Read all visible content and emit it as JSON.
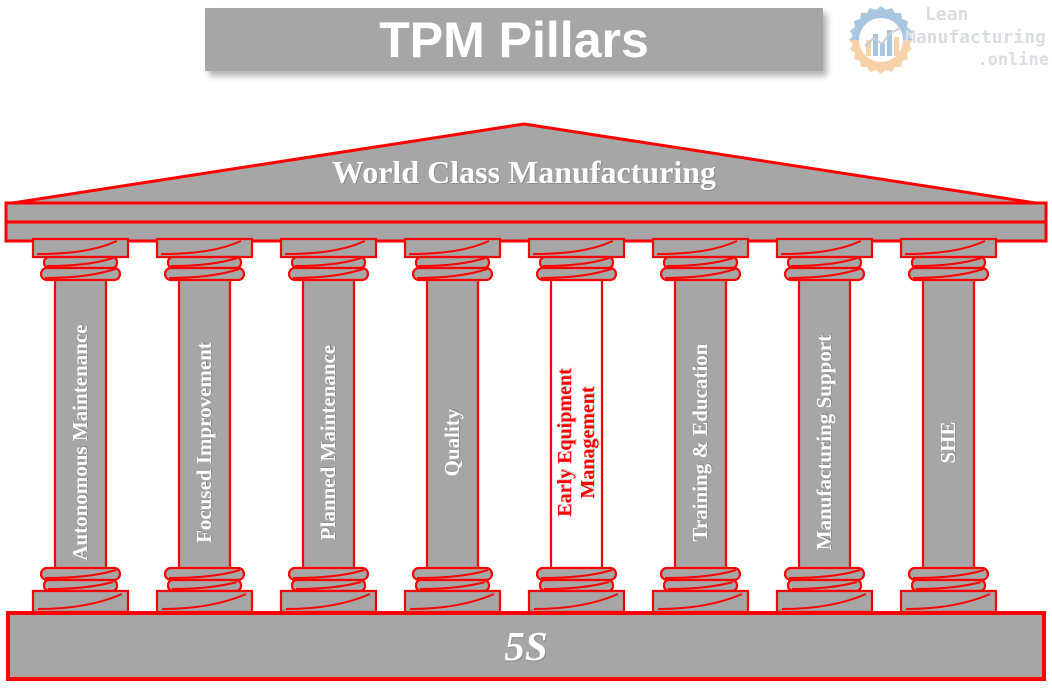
{
  "header": {
    "title": "TPM Pillars",
    "title_bg": "#a6a6a6",
    "title_color": "#ffffff"
  },
  "logo": {
    "name": "lean-manufacturing-online-logo",
    "line1": "Lean",
    "line2": "Manufacturing",
    "line3": ".online",
    "gear_color_top": "#a8c6e0",
    "gear_color_bottom": "#f7d2a8",
    "text_color": "#d9dde2"
  },
  "diagram": {
    "type": "temple",
    "pediment": {
      "label": "World Class Manufacturing",
      "fill": "#a6a6a6",
      "stroke": "#ff0000"
    },
    "entablature": {
      "fill": "#a6a6a6",
      "stroke": "#ff0000"
    },
    "foundation": {
      "label": "5S",
      "fill": "#a6a6a6",
      "stroke": "#ff0000"
    },
    "pillar_fill": "#a6a6a6",
    "pillar_stroke": "#ff0000",
    "highlight_fill": "#ffffff",
    "highlight_text": "#ff0000",
    "pillars": [
      {
        "label": "Autonomous Maintenance",
        "highlighted": false
      },
      {
        "label": "Focused Improvement",
        "highlighted": false
      },
      {
        "label": "Planned Maintenance",
        "highlighted": false
      },
      {
        "label": "Quality",
        "highlighted": false
      },
      {
        "label": "Early Equipment Management",
        "label_line1": "Early Equipment",
        "label_line2": "Management",
        "highlighted": true
      },
      {
        "label": "Training & Education",
        "highlighted": false
      },
      {
        "label": "Manufacturing Support",
        "highlighted": false
      },
      {
        "label": "SHE",
        "highlighted": false
      }
    ]
  }
}
